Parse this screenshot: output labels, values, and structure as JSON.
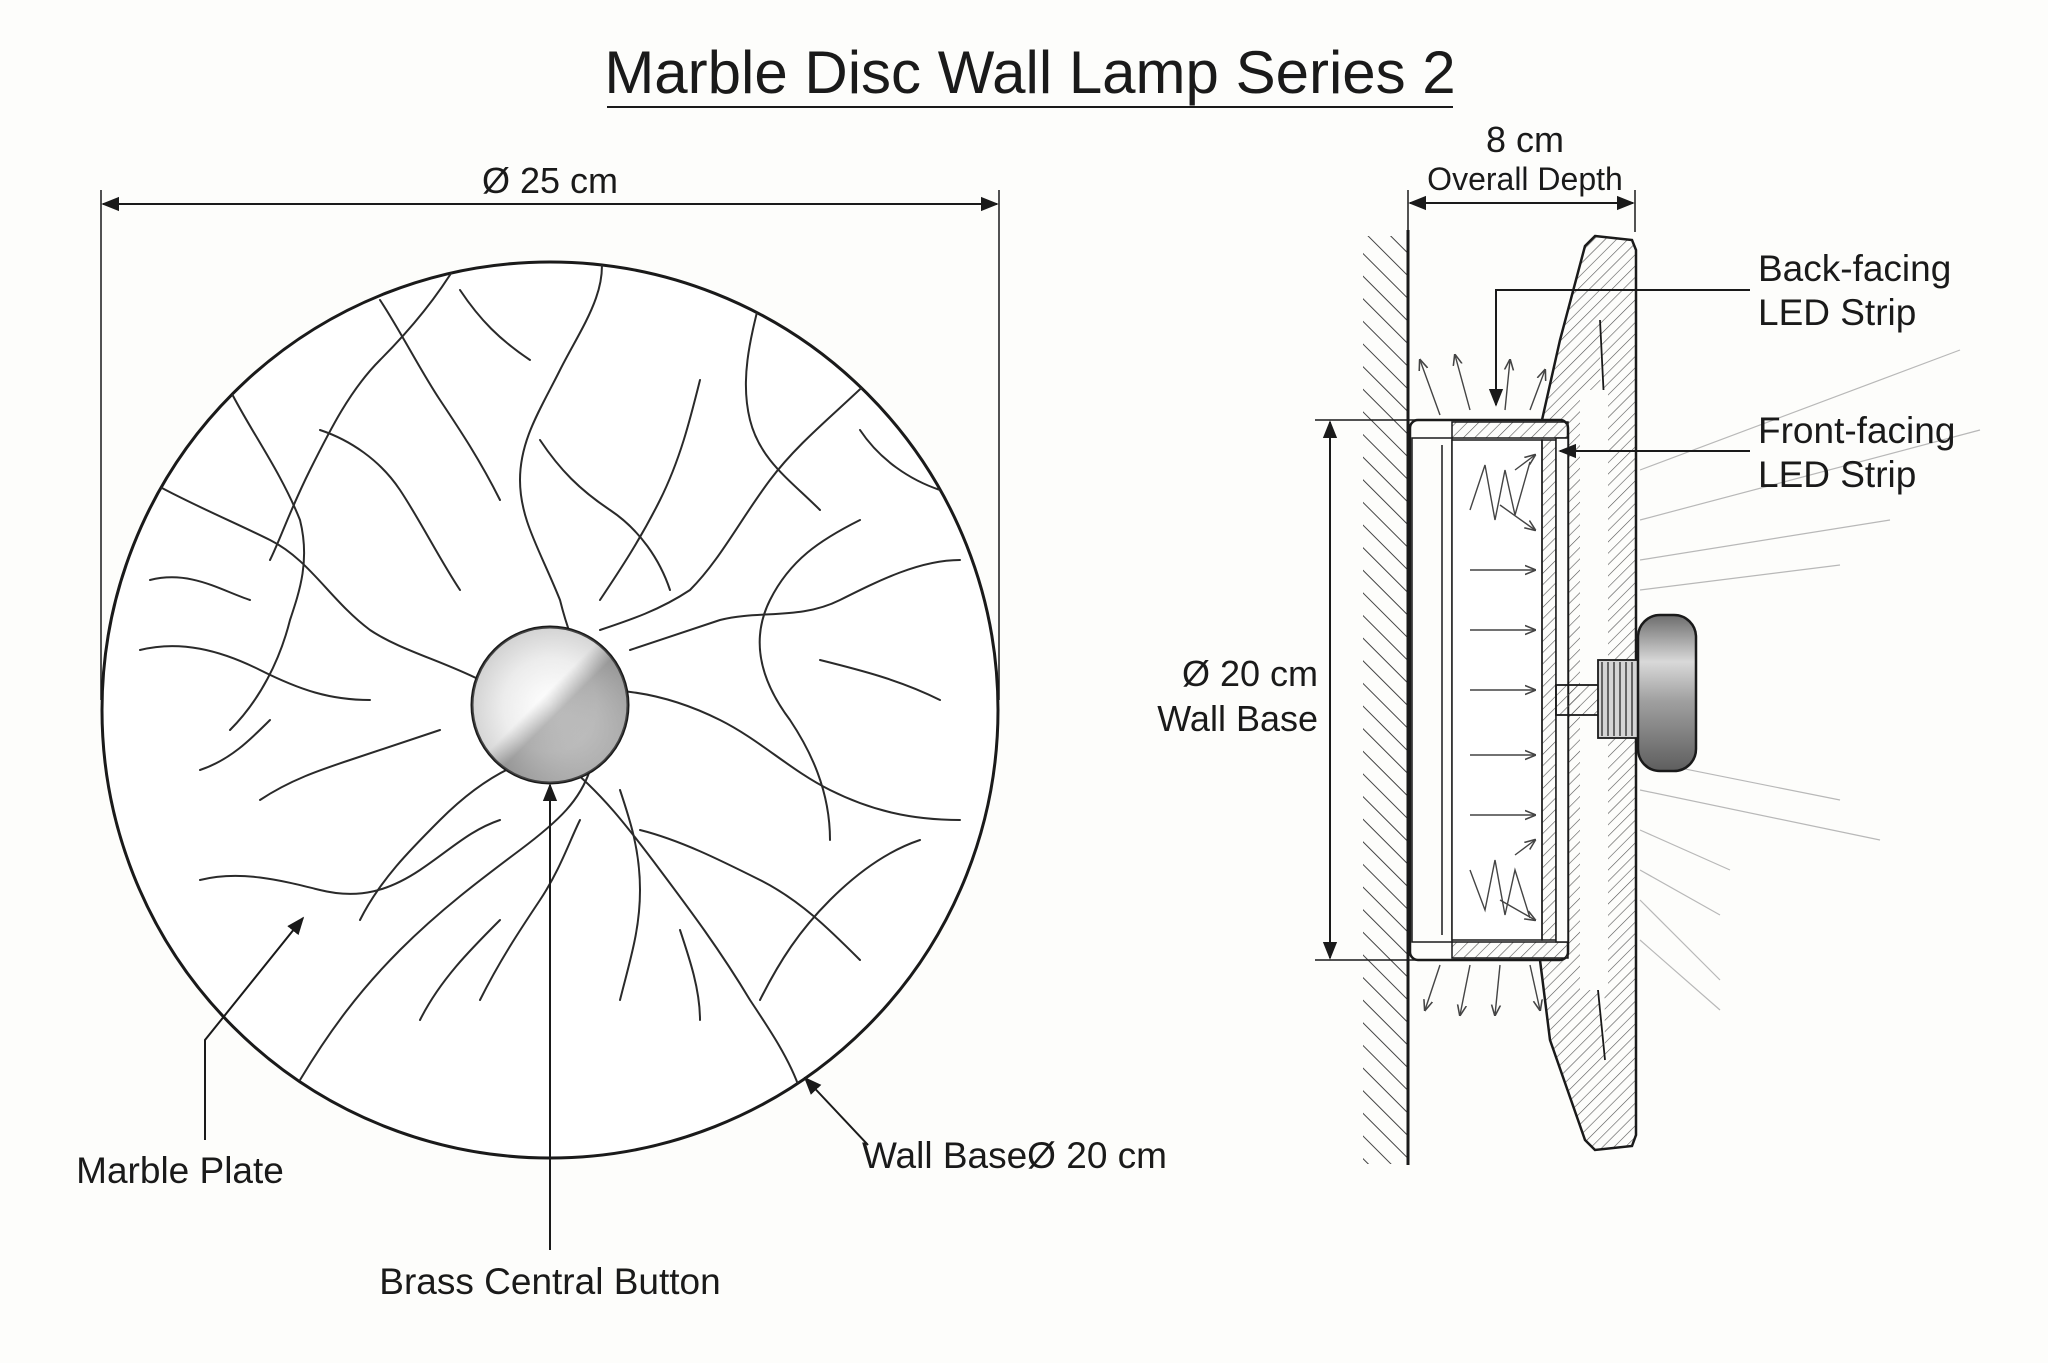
{
  "title": "Marble Disc Wall Lamp Series 2",
  "front_view": {
    "diameter_label": "Ø 25 cm",
    "callouts": {
      "marble_plate": "Marble Plate",
      "wall_base": "Wall BaseØ 20 cm",
      "brass_button": "Brass Central Button"
    }
  },
  "side_view": {
    "depth_value": "8 cm",
    "depth_caption": "Overall Depth",
    "base_diameter": "Ø 20 cm",
    "base_caption": "Wall Base",
    "callouts": {
      "back_led_line1": "Back-facing",
      "back_led_line2": "LED Strip",
      "front_led_line1": "Front-facing",
      "front_led_line2": "LED Strip"
    }
  },
  "colors": {
    "line": "#1a1a1a",
    "background": "#fdfdfb",
    "brass_button_light": "#f2f2f2",
    "brass_button_dark": "#8a8a8a",
    "hatch": "#444444"
  }
}
